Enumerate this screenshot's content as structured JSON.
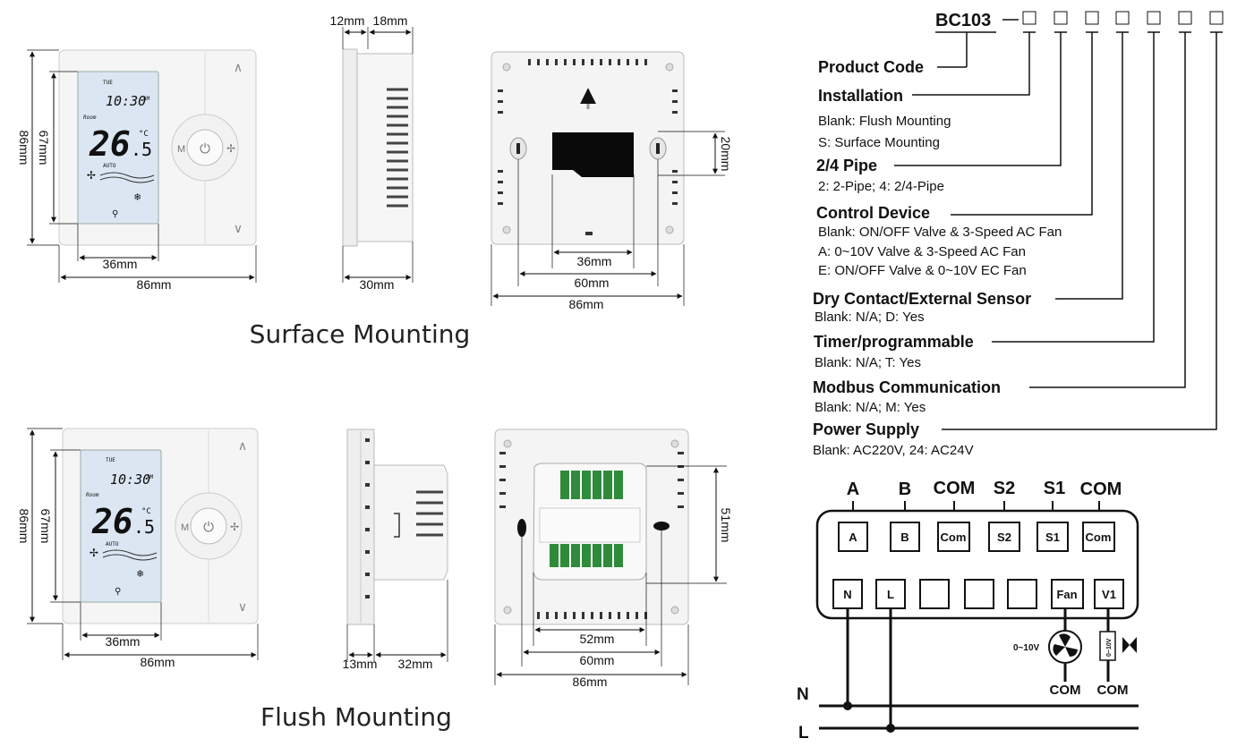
{
  "surface": {
    "caption": "Surface Mounting",
    "front": {
      "height_label": "86mm",
      "lcd_height_label": "67mm",
      "lcd_width_label": "36mm",
      "width_label": "86mm"
    },
    "side": {
      "top_left_label": "12mm",
      "top_right_label": "18mm",
      "depth_label": "30mm"
    },
    "back": {
      "hole_label": "20mm",
      "inner_label": "36mm",
      "mid_label": "60mm",
      "width_label": "86mm"
    }
  },
  "flush": {
    "caption": "Flush Mounting",
    "front": {
      "height_label": "86mm",
      "lcd_height_label": "67mm",
      "lcd_width_label": "36mm",
      "width_label": "86mm"
    },
    "side": {
      "plate_label": "13mm",
      "depth_label": "32mm"
    },
    "back": {
      "height_label": "51mm",
      "inner_label": "52mm",
      "mid_label": "60mm",
      "width_label": "86mm"
    }
  },
  "lcd": {
    "day": "TUE",
    "time": "10:30",
    "ampm": "AM",
    "room": "Room",
    "temp_main": "26",
    "temp_dec": ".5",
    "unit": "°C",
    "mode": "AUTO",
    "btn_m": "M"
  },
  "product_code": {
    "model": "BC103",
    "label": "Product Code",
    "sections": [
      {
        "title": "Installation",
        "options": [
          "Blank: Flush Mounting",
          "S: Surface Mounting"
        ]
      },
      {
        "title": "2/4 Pipe",
        "options": [
          "2: 2-Pipe; 4: 2/4-Pipe"
        ]
      },
      {
        "title": "Control Device",
        "options": [
          "Blank: ON/OFF Valve & 3-Speed AC Fan",
          "A: 0~10V Valve & 3-Speed AC Fan",
          "E: ON/OFF Valve & 0~10V EC Fan"
        ]
      },
      {
        "title": "Dry Contact/External Sensor",
        "options": [
          "Blank: N/A; D: Yes"
        ]
      },
      {
        "title": "Timer/programmable",
        "options": [
          "Blank: N/A; T: Yes"
        ]
      },
      {
        "title": "Modbus Communication",
        "options": [
          "Blank: N/A; M: Yes"
        ]
      },
      {
        "title": "Power Supply",
        "options": [
          "Blank: AC220V, 24: AC24V"
        ]
      }
    ]
  },
  "wiring": {
    "top_labels": [
      "A",
      "B",
      "COM",
      "S2",
      "S1",
      "COM"
    ],
    "top_boxes": [
      "A",
      "B",
      "Com",
      "S2",
      "S1",
      "Com"
    ],
    "bottom_boxes": [
      "N",
      "L",
      "",
      "",
      "",
      "Fan",
      "V1"
    ],
    "fan_signal": "0~10V",
    "valve_signal": "0~10V",
    "com_labels": [
      "COM",
      "COM"
    ],
    "bus_labels": [
      "N",
      "L"
    ]
  }
}
